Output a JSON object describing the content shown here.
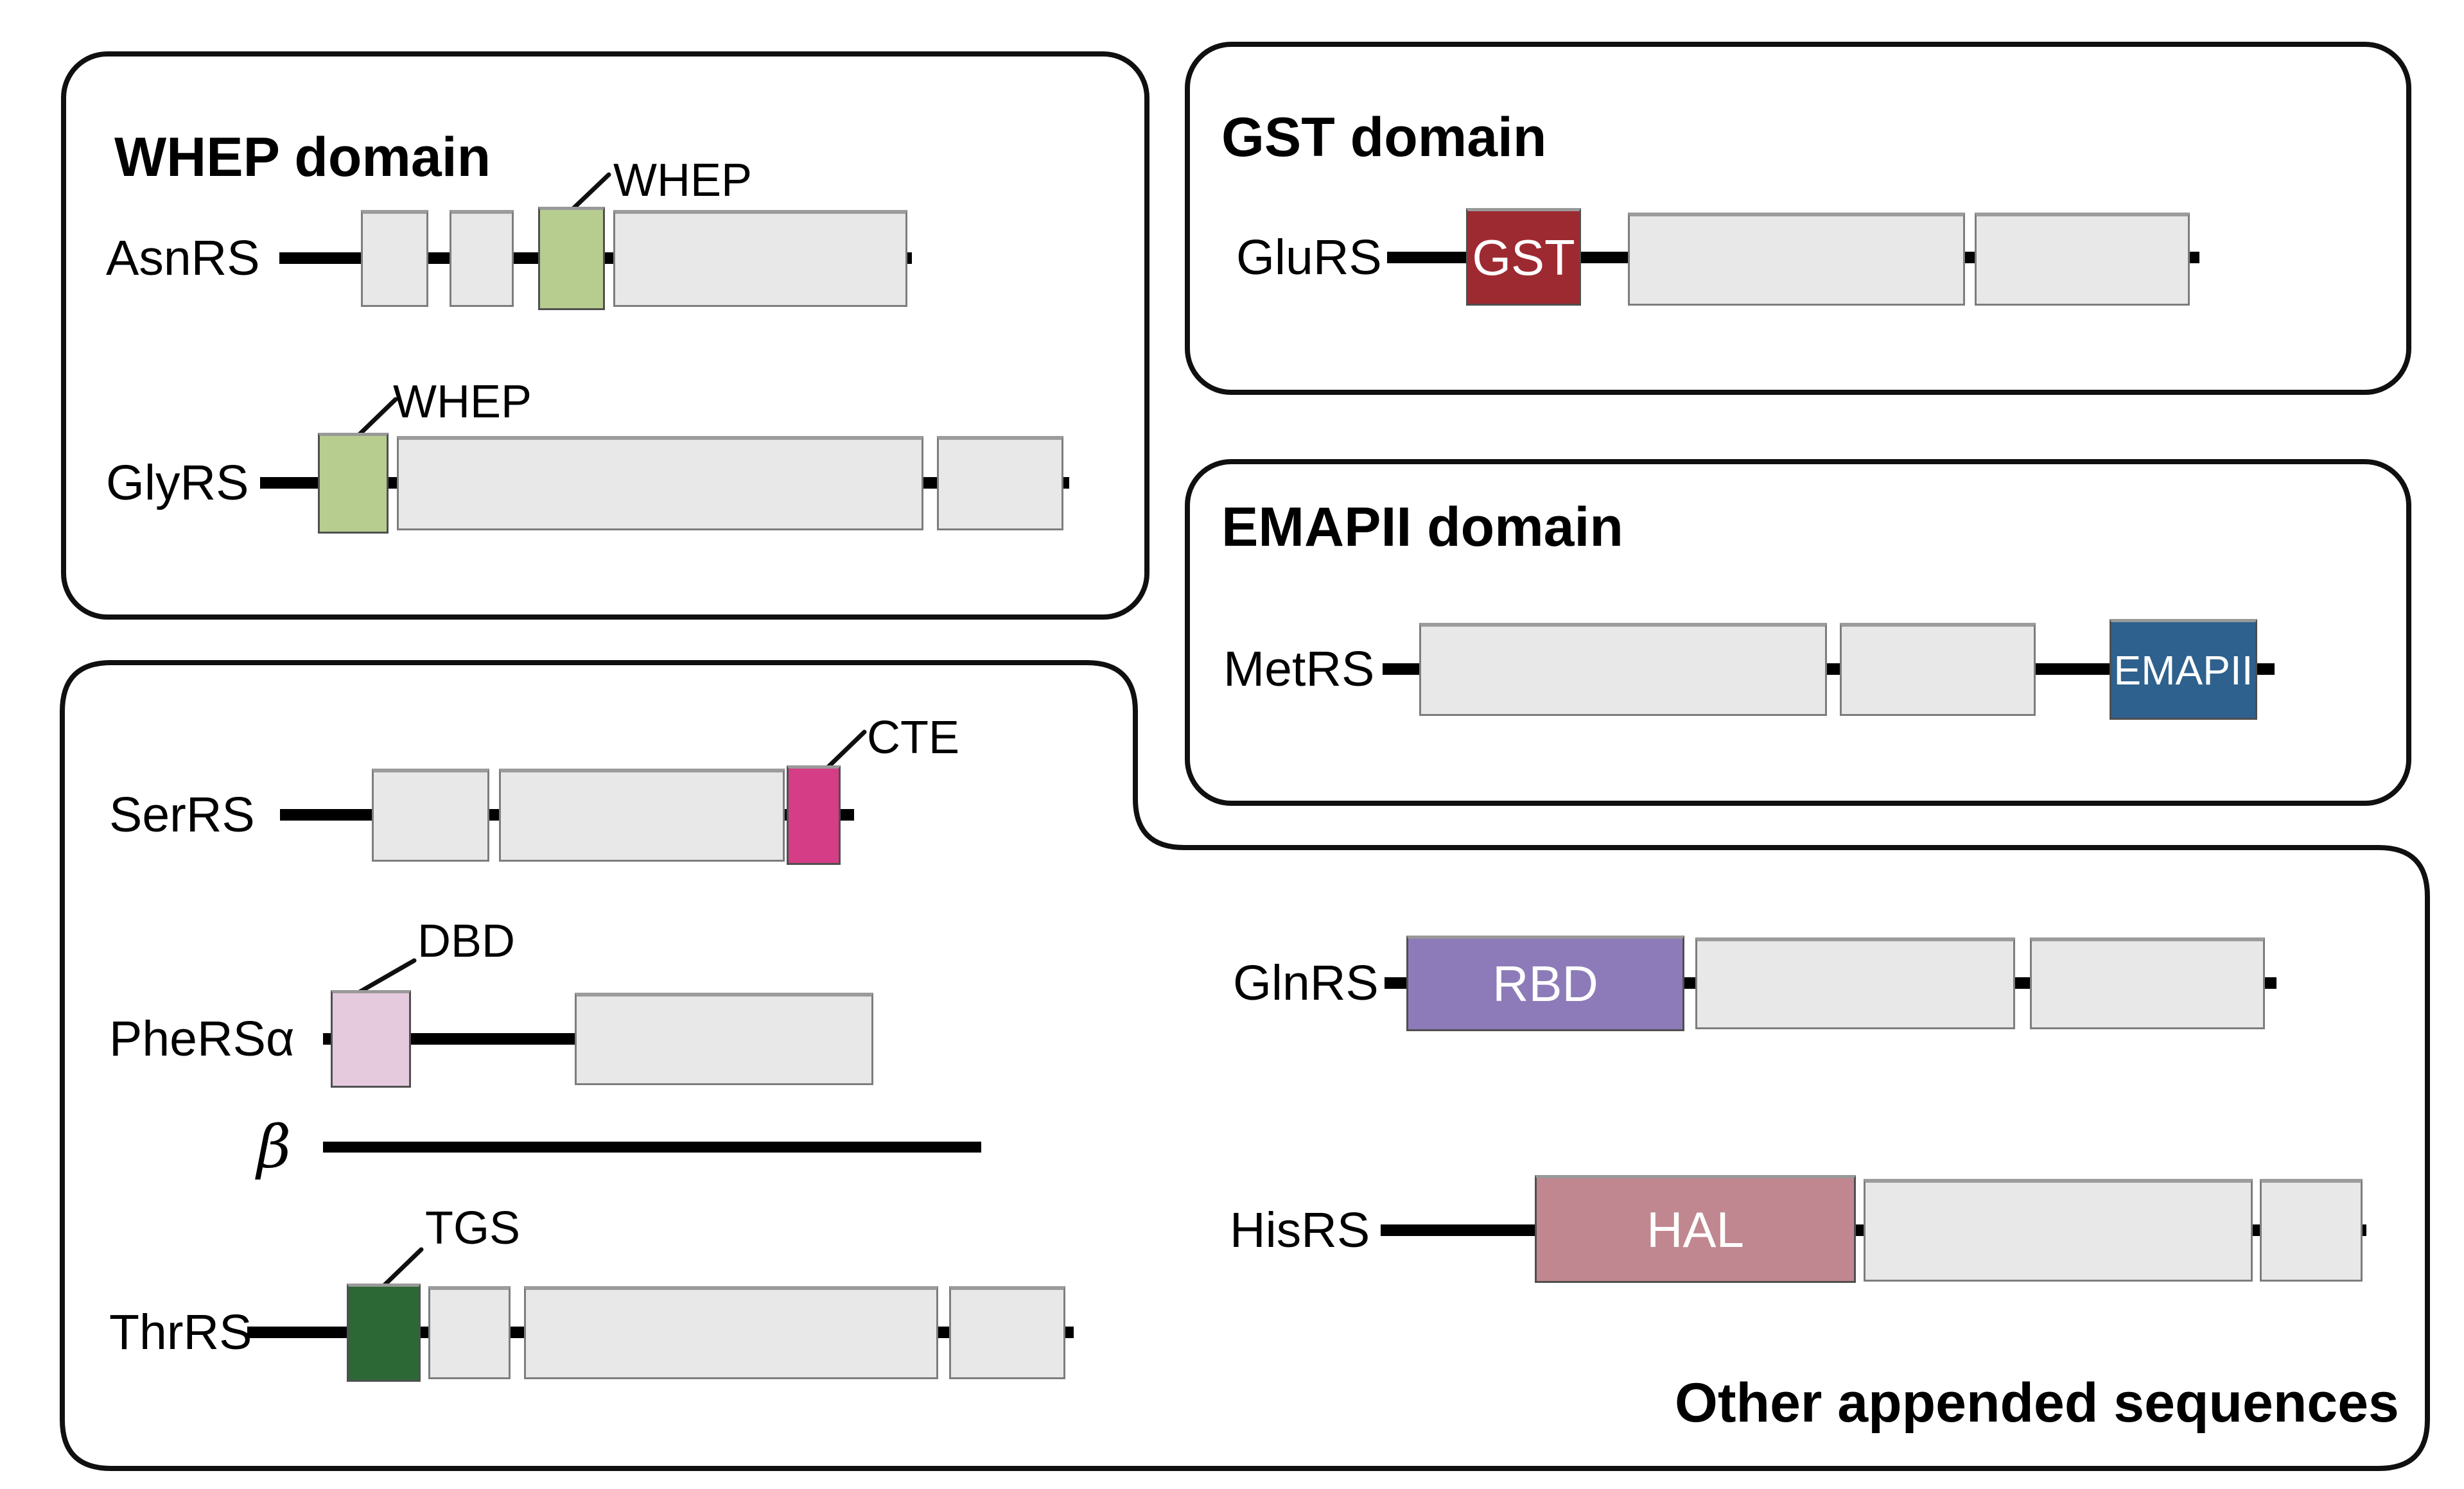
{
  "figure": {
    "panels": {
      "whep": {
        "title": "WHEP domain"
      },
      "gst": {
        "title": "GST domain"
      },
      "emapii": {
        "title": "EMAPII domain"
      },
      "other": {
        "title": "Other appended sequences"
      }
    },
    "rows": {
      "asnrs": {
        "label": "AsnRS",
        "domain": "WHEP"
      },
      "glyrs": {
        "label": "GlyRS",
        "domain": "WHEP"
      },
      "glurs": {
        "label": "GluRS",
        "domain": "GST"
      },
      "metrs": {
        "label": "MetRS",
        "domain": "EMAPII"
      },
      "serrs": {
        "label": "SerRS",
        "domain": "CTE"
      },
      "phersa": {
        "label": "PheRSα",
        "domain": "DBD"
      },
      "beta": {
        "label": "β"
      },
      "thrrs": {
        "label": "ThrRS",
        "domain": "TGS"
      },
      "glnrs": {
        "label": "GlnRS",
        "domain": "RBD"
      },
      "hisrs": {
        "label": "HisRS",
        "domain": "HAL"
      }
    },
    "colors": {
      "whep_green": "#b7cd90",
      "gst_red": "#9e2a31",
      "emapii_blue": "#2e618d",
      "cte_magenta": "#d53e86",
      "dbd_pink": "#e5cade",
      "tgs_green": "#2c6836",
      "rbd_purple": "#8d7bb9",
      "hal_rose": "#c08790",
      "generic_gray": "#e8e8e8",
      "backbone": "#000000"
    }
  }
}
